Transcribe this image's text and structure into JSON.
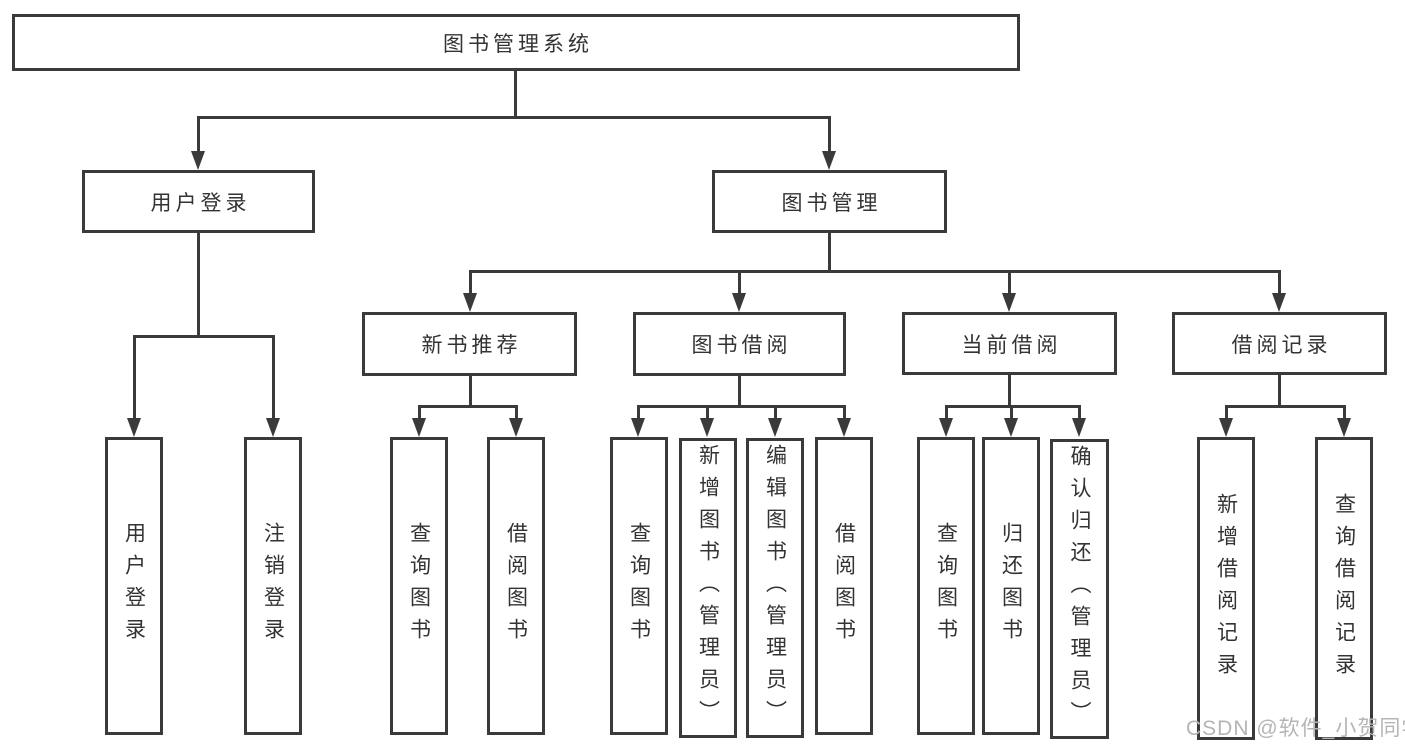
{
  "diagram_title": "图书管理系统",
  "colors": {
    "line": "#3a3a3a",
    "box_border": "#3a3a3a",
    "box_background": "#ffffff",
    "text": "#333333",
    "watermark_text_color": "#b5b5b5"
  },
  "watermark": {
    "text": "CSDN @软件_小贺同学"
  },
  "tree": {
    "label": "图书管理系统",
    "children": [
      {
        "label": "用户登录",
        "children": [
          {
            "label": "用户登录"
          },
          {
            "label": "注销登录"
          }
        ]
      },
      {
        "label": "图书管理",
        "children": [
          {
            "label": "新书推荐",
            "children": [
              {
                "label": "查询图书"
              },
              {
                "label": "借阅图书"
              }
            ]
          },
          {
            "label": "图书借阅",
            "children": [
              {
                "label": "查询图书"
              },
              {
                "label": "新增图书（管理员）"
              },
              {
                "label": "编辑图书（管理员）"
              },
              {
                "label": "借阅图书"
              }
            ]
          },
          {
            "label": "当前借阅",
            "children": [
              {
                "label": "查询图书"
              },
              {
                "label": "归还图书"
              },
              {
                "label": "确认归还（管理员）"
              }
            ]
          },
          {
            "label": "借阅记录",
            "children": [
              {
                "label": "新增借阅记录"
              },
              {
                "label": "查询借阅记录"
              }
            ]
          }
        ]
      }
    ]
  }
}
